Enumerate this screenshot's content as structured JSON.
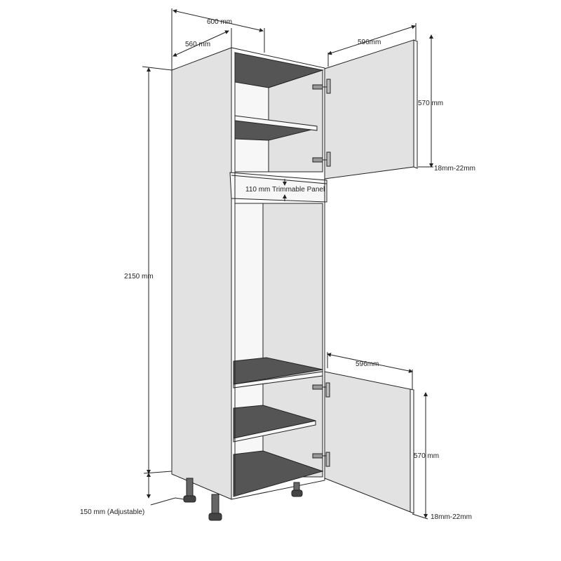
{
  "dimensions": {
    "overall_width": "600 mm",
    "depth": "560 mm",
    "height": "2150 mm",
    "plinth": "150 mm (Adjustable)",
    "trim_panel": "110 mm Trimmable Panel",
    "upper_door_width": "596mm",
    "upper_door_height": "570 mm",
    "upper_door_thickness": "18mm-22mm",
    "lower_door_width": "596mm",
    "lower_door_height": "570 mm",
    "lower_door_thickness": "18mm-22mm"
  },
  "colors": {
    "panel": "#e2e2e2",
    "shelf_top": "#555555",
    "line": "#222222"
  }
}
